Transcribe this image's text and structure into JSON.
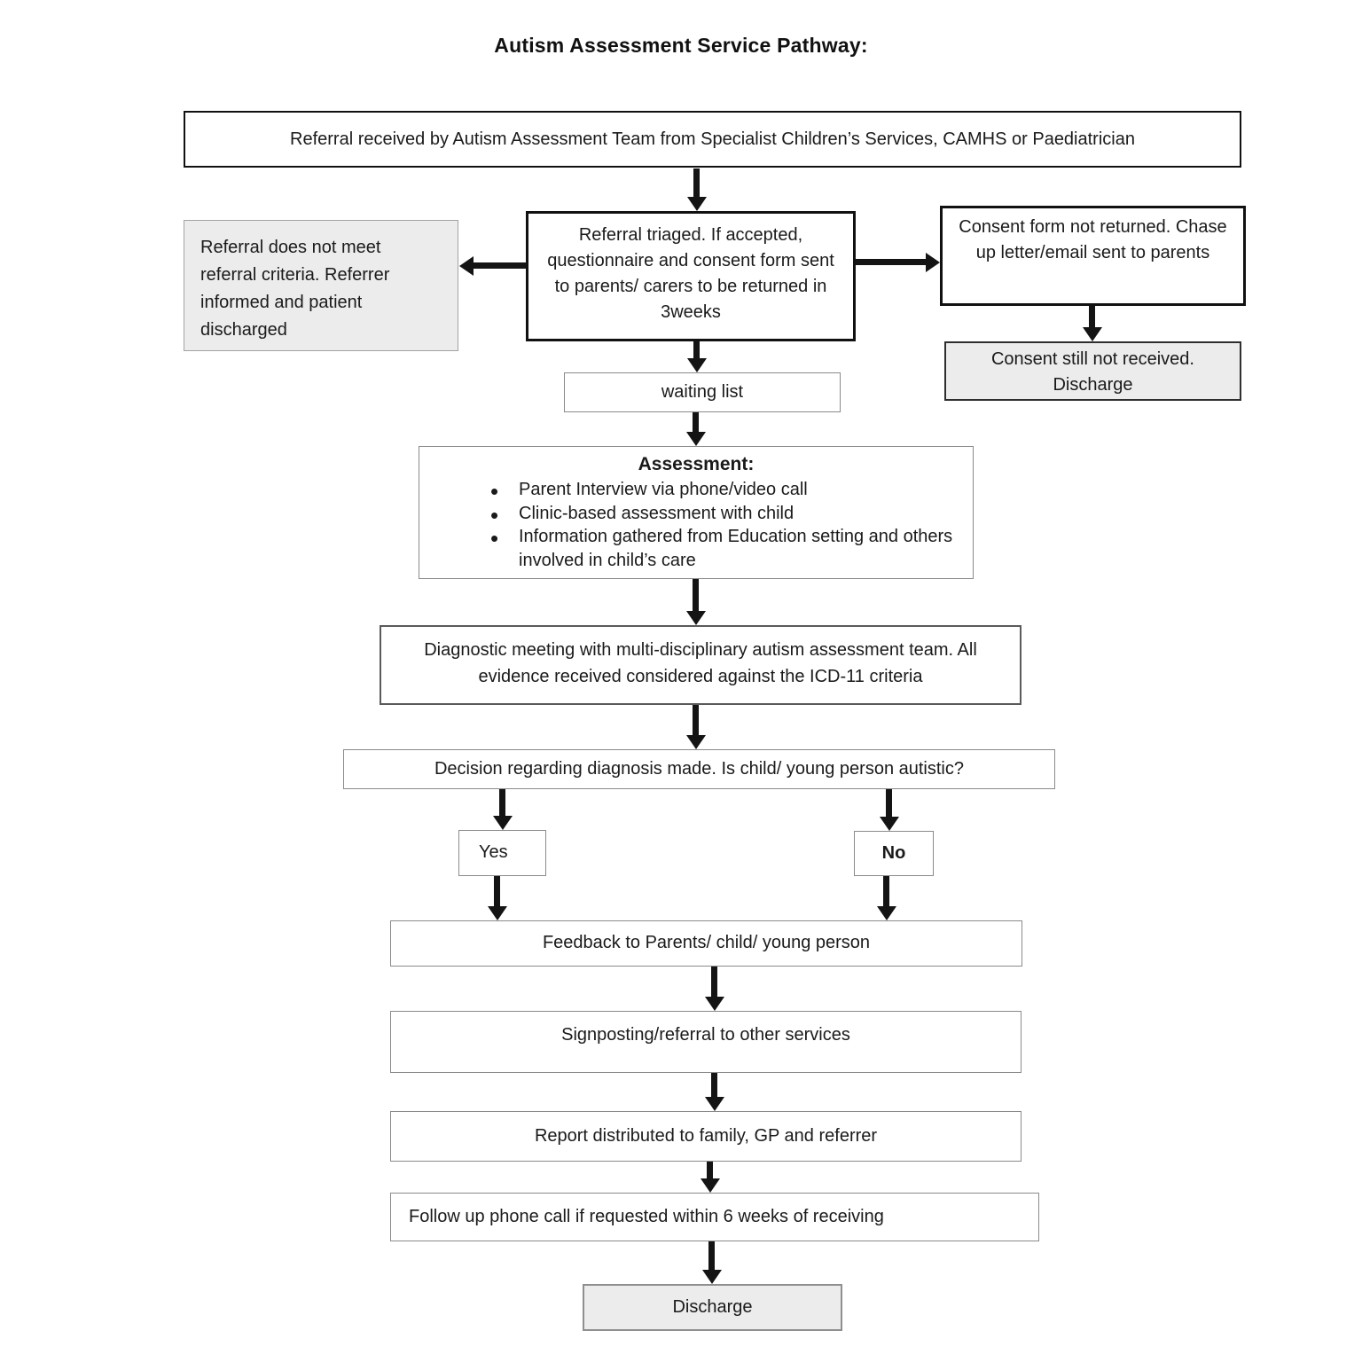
{
  "title": "Autism Assessment Service Pathway:",
  "colors": {
    "background": "#ffffff",
    "box_border_dark": "#111111",
    "box_border_grey": "#8a8a8a",
    "grey_box_fill": "#ececec",
    "arrow": "#141414"
  },
  "nodes": {
    "referral_received": {
      "text": "Referral received by Autism Assessment Team from Specialist Children’s Services, CAMHS or Paediatrician"
    },
    "not_meet_criteria": {
      "text": "Referral does not meet referral criteria. Referrer informed and patient discharged"
    },
    "triage": {
      "text": "Referral triaged. If accepted, questionnaire and consent form sent to parents/ carers to be returned in 3weeks"
    },
    "consent_not_returned": {
      "text": "Consent form not returned. Chase up letter/email sent to parents"
    },
    "consent_still_not_received": {
      "text": "Consent still not received. Discharge"
    },
    "waiting_list": {
      "text": "waiting list"
    },
    "assessment": {
      "heading": "Assessment:",
      "bullets": [
        "Parent Interview via phone/video call",
        "Clinic-based assessment with child",
        "Information gathered from Education setting and others involved in child’s care"
      ]
    },
    "diagnostic_meeting": {
      "text": "Diagnostic meeting with multi-disciplinary autism assessment team. All evidence received considered against the ICD-11 criteria"
    },
    "decision": {
      "text": "Decision regarding diagnosis made. Is child/ young person autistic?"
    },
    "yes": {
      "text": "Yes"
    },
    "no": {
      "text": "No"
    },
    "feedback": {
      "text": "Feedback to Parents/ child/ young person"
    },
    "signposting": {
      "text": "Signposting/referral to other services"
    },
    "report": {
      "text": "Report distributed to family, GP and referrer"
    },
    "follow_up": {
      "text": "Follow up phone call if requested within 6 weeks of receiving"
    },
    "discharge": {
      "text": "Discharge"
    }
  }
}
